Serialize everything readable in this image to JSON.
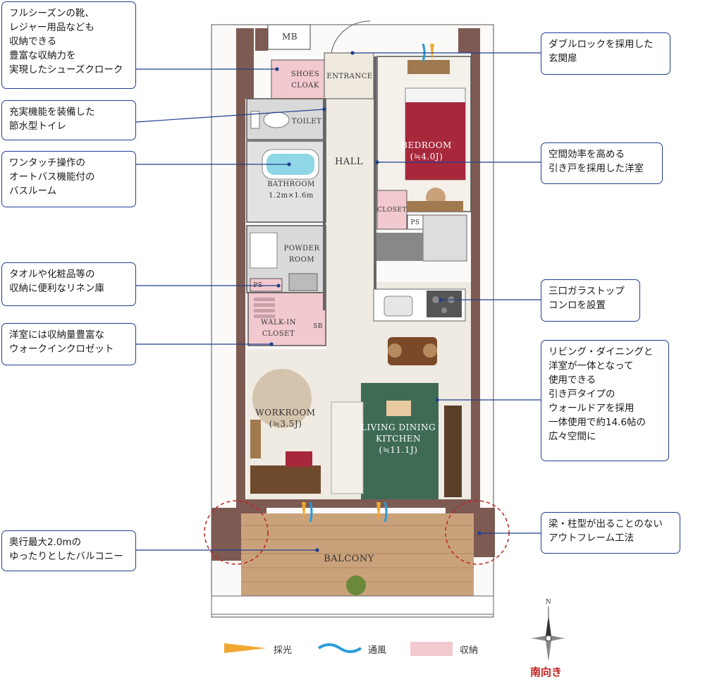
{
  "callouts": {
    "shoes_cloak": "フルシーズンの靴、\nレジャー用品なども\n収納できる\n豊富な収納力を\n実現したシューズクローク",
    "toilet": "充実機能を装備した\n節水型トイレ",
    "bathroom": "ワンタッチ操作の\nオートバス機能付の\nバスルーム",
    "linen": "タオルや化粧品等の\n収納に便利なリネン庫",
    "walk_in": "洋室には収納量豊富な\nウォークインクロゼット",
    "balcony": "奥行最大2.0mの\nゆったりとしたバルコニー",
    "double_lock": "ダブルロックを採用した\n玄関扉",
    "sliding_door": "空間効率を高める\n引き戸を採用した洋室",
    "stove": "三口ガラストップ\nコンロを設置",
    "wall_door": "リビング・ダイニングと\n洋室が一体となって\n使用できる\n引き戸タイプの\nウォールドアを採用\n一体使用で約14.6帖の\n広々空間に",
    "outframe": "梁・柱型が出ることのない\nアウトフレーム工法"
  },
  "rooms": {
    "mb": "MB",
    "shoes_cloak": "SHOES\nCLOAK",
    "entrance": "ENTRANCE",
    "toilet": "TOILET",
    "bathroom": "BATHROOM\n1.2m×1.6m",
    "hall": "HALL",
    "bedroom": "BEDROOM\n(≒4.0J)",
    "closet": "CLOSET",
    "ps_top": "PS",
    "powder_room": "POWDER\nROOM",
    "ps_left": "PS",
    "walk_in_closet": "WALK-IN\nCLOSET",
    "workroom": "WORKROOM\n(≒3.5J)",
    "ldk": "LIVING DINING\nKITCHEN\n(≒11.1J)",
    "balcony": "BALCONY",
    "sb": "SB"
  },
  "legend": {
    "light": "採光",
    "wind": "通風",
    "storage": "収納"
  },
  "compass": {
    "north": "N",
    "orientation": "南向き"
  },
  "colors": {
    "callout_border": "#1f3f8f",
    "leader_line": "#1f3f8f",
    "wall": "#7d5a52",
    "floor": "#efeae2",
    "storage": "#f2c9cf",
    "balcony_deck": "#c9a27c",
    "light_arrow": "#f0a830",
    "wind_arrow": "#2a9bd8",
    "south_text": "#c0211f",
    "dashed_circle": "#c0211f",
    "rug": "#3f6b55",
    "bed": "#a8283b"
  }
}
